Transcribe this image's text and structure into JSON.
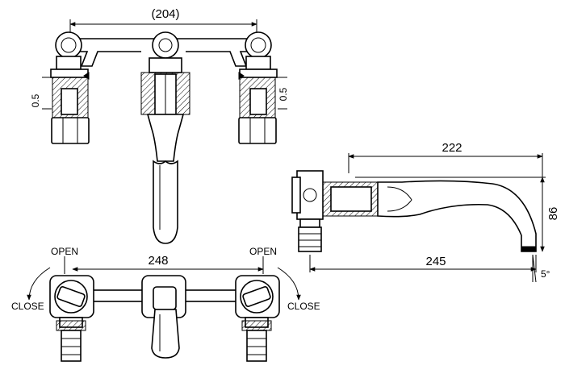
{
  "dimensions": {
    "top_spacing": "(204)",
    "front_spacing": "248",
    "spout_projection": "222",
    "overall_projection": "245",
    "spout_height": "86",
    "left_offset": "0.5",
    "right_offset": "0.5",
    "spout_angle": "5°"
  },
  "labels": {
    "open_left": "OPEN",
    "open_right": "OPEN",
    "close_left": "CLOSE",
    "close_right": "CLOSE"
  }
}
